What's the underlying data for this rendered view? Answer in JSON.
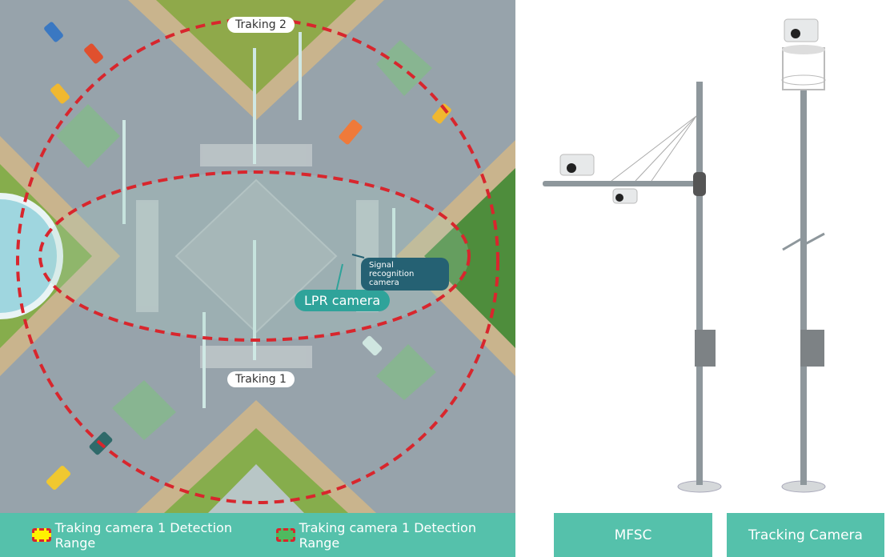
{
  "map": {
    "labels": {
      "tracking_2": "Traking 2",
      "tracking_1": "Traking 1",
      "lpr_camera": "LPR camera",
      "signal_camera": "Signal recognition camera"
    }
  },
  "legend": {
    "items": [
      {
        "label": "Traking camera 1 Detection Range",
        "color": "#fff200"
      },
      {
        "label": "Traking camera 1 Detection Range",
        "color": "#4fb95f"
      }
    ]
  },
  "equipment": {
    "mfsc_label": "MFSC",
    "tracking_camera_label": "Tracking Camera"
  },
  "colors": {
    "teal": "#55c1ab",
    "range_dash": "#d8262d"
  }
}
